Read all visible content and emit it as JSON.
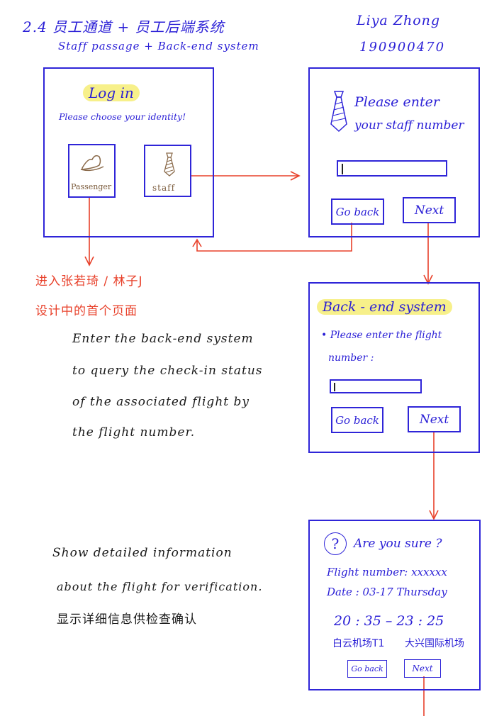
{
  "header": {
    "title_cn": "2.4  员工通道  +  员工后端系统",
    "title_en": "Staff passage +   Back-end  system",
    "author": "Liya Zhong",
    "student_id": "190900470"
  },
  "login_screen": {
    "title": "Log   in",
    "prompt": "Please  choose  your  identity!",
    "passenger_label": "Passenger",
    "staff_label": "staff"
  },
  "staff_number_screen": {
    "prompt_line1": "Please  enter",
    "prompt_line2": "your staff number",
    "go_back": "Go back",
    "next": "Next"
  },
  "backend_screen": {
    "title": "Back - end  system",
    "prompt_line1": "• Please  enter  the  flight",
    "prompt_line2": "number :",
    "go_back": "Go back",
    "next": "Next"
  },
  "confirm_screen": {
    "question_mark": "?",
    "title": "Are  you  sure ?",
    "flight_number": "Flight number: xxxxxx",
    "date": "Date : 03-17   Thursday",
    "time": "20 : 35  –  23 : 25",
    "from_airport": "白云机场T1",
    "to_airport": "大兴国际机场",
    "go_back": "Go back",
    "next": "Next"
  },
  "annotations": {
    "passenger_note_line1": "进入张若琦 / 林子J",
    "passenger_note_line2": "设计中的首个页面",
    "backend_note": [
      "Enter  the  back-end   system",
      "to  query  the  check-in  status",
      "of  the  associated  flight  by",
      "the  flight  number."
    ],
    "confirm_note": [
      "Show  detailed  information",
      "about  the  flight  for  verification.",
      "显示详细信息供检查确认"
    ]
  },
  "colors": {
    "frame": "#2f25d8",
    "text_blue": "#2a1fd6",
    "arrow_red": "#e8402a",
    "highlight": "#f7f08a",
    "icon_brown": "#8a6a4a"
  }
}
